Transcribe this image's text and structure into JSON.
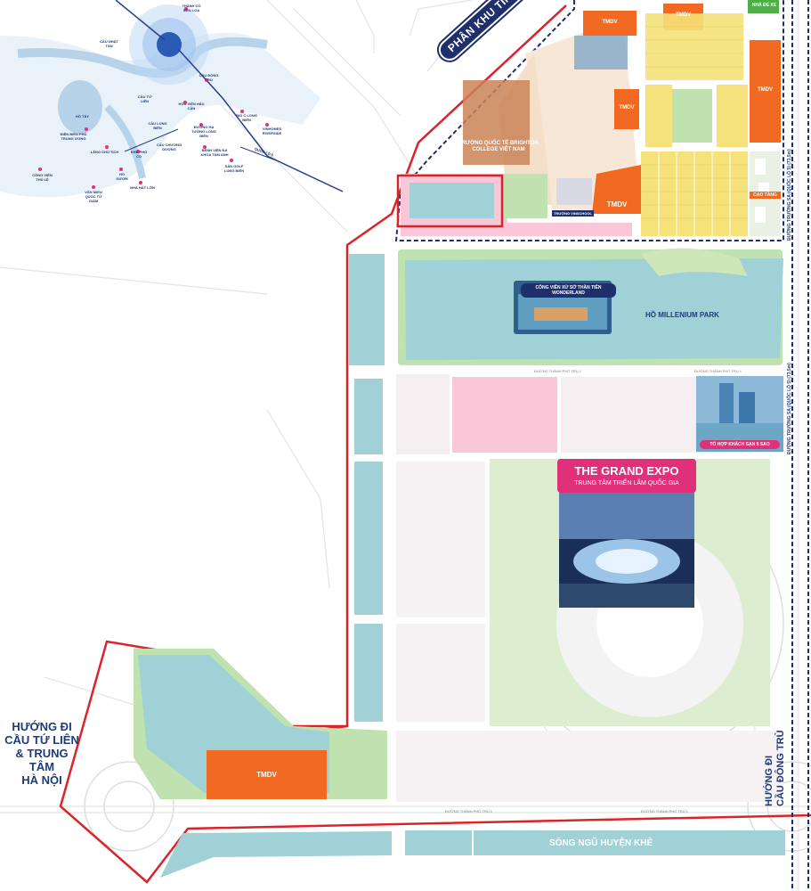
{
  "map": {
    "title_zone": "PHÂN KHU TINH HOA",
    "school": "TRƯỜNG QUỐC TẾ BRIGHTON COLLEGE VIỆT NAM",
    "lake": "HỒ MILLENIUM PARK",
    "park": "CÔNG VIÊN XỨ SỞ THẦN TIÊN WONDERLAND",
    "hotel": "TỔ HỢP KHÁCH SẠN 5 SAO",
    "expo_title": "THE GRAND EXPO",
    "expo_subtitle": "TRUNG TÂM TRIỂN LÃM QUỐC GIA",
    "river": "SÔNG NGŨ HUYỆN KHÊ",
    "direction_left": [
      "HƯỚNG ĐI",
      "CẦU TỨ LIÊN",
      "& TRUNG TÂM",
      "HÀ NỘI"
    ],
    "direction_right": [
      "HƯỚNG ĐI",
      "CẦU ĐÔNG TRÙ"
    ],
    "highway_right": "ĐƯỜNG TRƯỜNG SA (QUỐC LỘ 5) (73,5m)",
    "tmdv": "TMDV",
    "nha_de_xe": "NHÀ ĐỂ XE",
    "cao_tang": "CAO TẦNG",
    "trung_vuong_school": "TRƯỜNG VINSCHOOL",
    "road_name": "ĐƯỜNG THÀNH PHỐ TRỤ 1",
    "colors": {
      "navy": "#1f2f6b",
      "red_boundary": "#d9242b",
      "water": "#9fd1d6",
      "green": "#cfe6b8",
      "orange": "#f26a21",
      "pink": "#f9c7d8",
      "yellow": "#f5e27a",
      "magenta": "#e0307a"
    },
    "inset_labels": [
      "THÀNH CỔ SƠN LOA",
      "CẦU NHẬT TÂN",
      "CẦU ĐÔNG TRÙ",
      "HỒ TÂY",
      "CẦU TỨ LIÊN",
      "HỌC VIỆN HẬU CẦN",
      "CẦU LONG BIÊN",
      "BIG C LONG BIÊN",
      "ĐƯỜNG HẠ TƯỜNG LONG BIÊN",
      "VINHOMES RIVERSIDE",
      "ĐIỆN BIÊN PHỦ TRUNG ƯƠNG",
      "LĂNG CHỦ TỊCH",
      "KHU PHỐ CỔ",
      "CẦU CHƯƠNG DƯƠNG",
      "BỆNH VIỆN ĐA KHOA TÂM ANH",
      "SÂN GOLF LONG BIÊN",
      "CÔNG VIÊN THỦ LỆ",
      "VĂN MIẾU QUỐC TỬ GIÁM",
      "HỒ GƯƠM",
      "NHÀ HÁT LỚN",
      "QUỐC LỘ 5"
    ]
  }
}
